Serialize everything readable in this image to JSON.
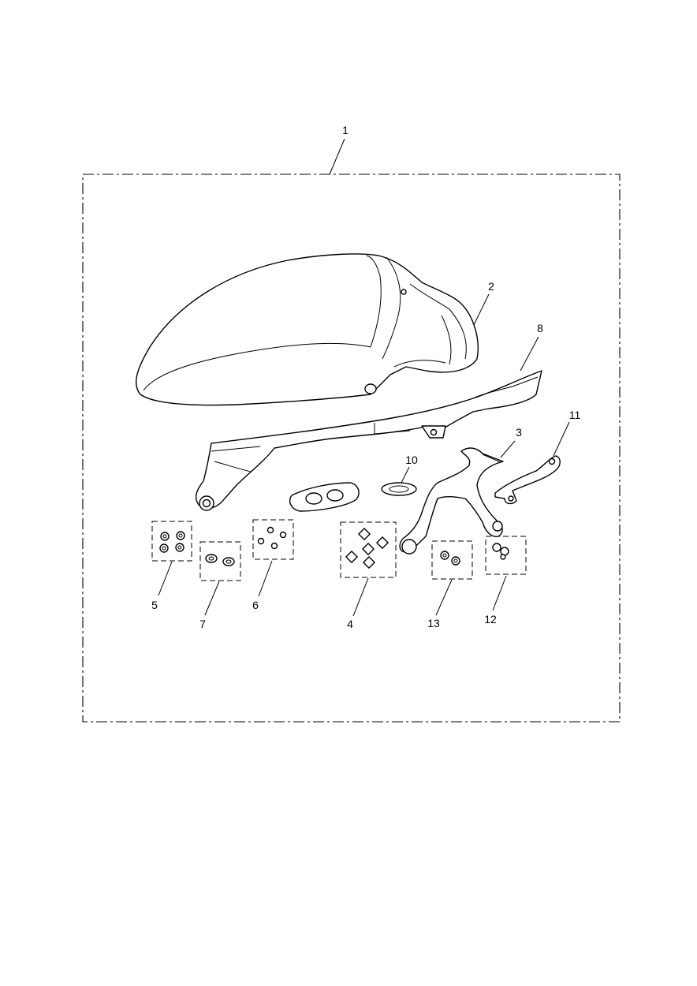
{
  "diagram": {
    "callouts": [
      {
        "id": "1",
        "label": "1"
      },
      {
        "id": "2",
        "label": "2"
      },
      {
        "id": "3",
        "label": "3"
      },
      {
        "id": "4",
        "label": "4"
      },
      {
        "id": "5",
        "label": "5"
      },
      {
        "id": "6",
        "label": "6"
      },
      {
        "id": "7",
        "label": "7"
      },
      {
        "id": "8",
        "label": "8"
      },
      {
        "id": "10",
        "label": "10"
      },
      {
        "id": "11",
        "label": "11"
      },
      {
        "id": "12",
        "label": "12"
      },
      {
        "id": "13",
        "label": "13"
      }
    ]
  }
}
